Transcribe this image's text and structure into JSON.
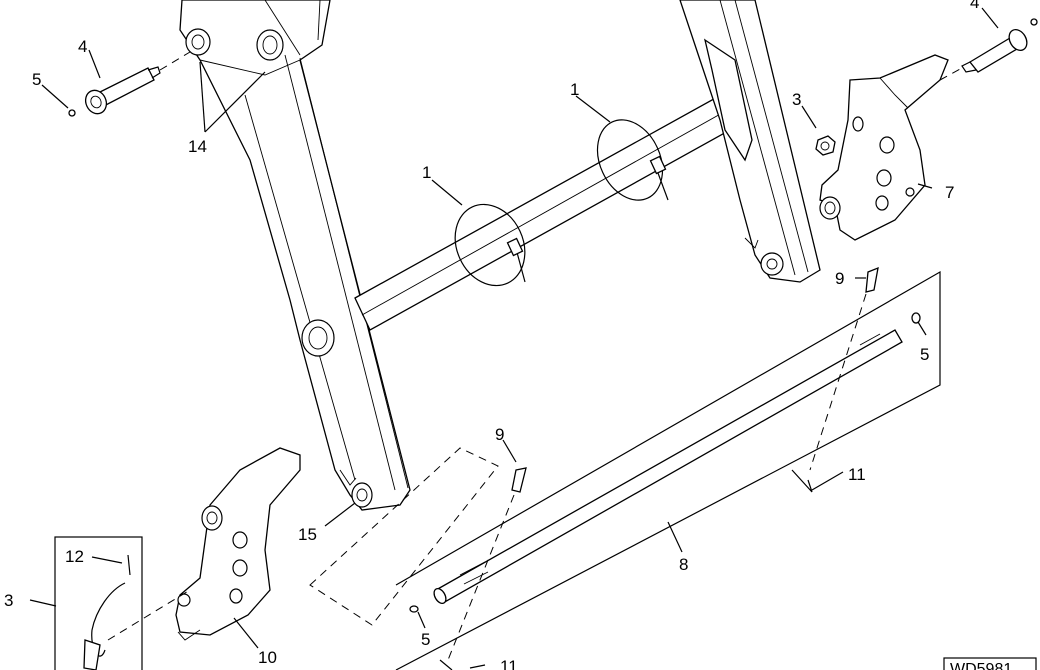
{
  "figure_tag": "WD5981",
  "callouts": [
    {
      "key": "c1a",
      "text": "1"
    },
    {
      "key": "c1b",
      "text": "1"
    },
    {
      "key": "c3a",
      "text": "3"
    },
    {
      "key": "c3b",
      "text": "3"
    },
    {
      "key": "c4a",
      "text": "4"
    },
    {
      "key": "c4b",
      "text": "4"
    },
    {
      "key": "c5a",
      "text": "5"
    },
    {
      "key": "c5b",
      "text": "5"
    },
    {
      "key": "c5c",
      "text": "5"
    },
    {
      "key": "c7",
      "text": "7"
    },
    {
      "key": "c8",
      "text": "8"
    },
    {
      "key": "c9a",
      "text": "9"
    },
    {
      "key": "c9b",
      "text": "9"
    },
    {
      "key": "c10",
      "text": "10"
    },
    {
      "key": "c11a",
      "text": "11"
    },
    {
      "key": "c11b",
      "text": "11"
    },
    {
      "key": "c12",
      "text": "12"
    },
    {
      "key": "c14",
      "text": "14"
    },
    {
      "key": "c15",
      "text": "15"
    }
  ]
}
